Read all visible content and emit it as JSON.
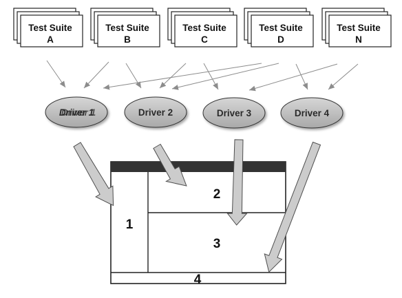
{
  "test_suites": [
    {
      "line1": "Test Suite",
      "line2": "A"
    },
    {
      "line1": "Test Suite",
      "line2": "B"
    },
    {
      "line1": "Test Suite",
      "line2": "C"
    },
    {
      "line1": "Test Suite",
      "line2": "D"
    },
    {
      "line1": "Test Suite",
      "line2": "N"
    }
  ],
  "drivers": [
    {
      "label": "Driver 1",
      "overlap_label": "Driver 1"
    },
    {
      "label": "Driver 2"
    },
    {
      "label": "Driver 3"
    },
    {
      "label": "Driver 4"
    }
  ],
  "screen_regions": [
    {
      "label": "1"
    },
    {
      "label": "2"
    },
    {
      "label": "3"
    },
    {
      "label": "4"
    }
  ]
}
